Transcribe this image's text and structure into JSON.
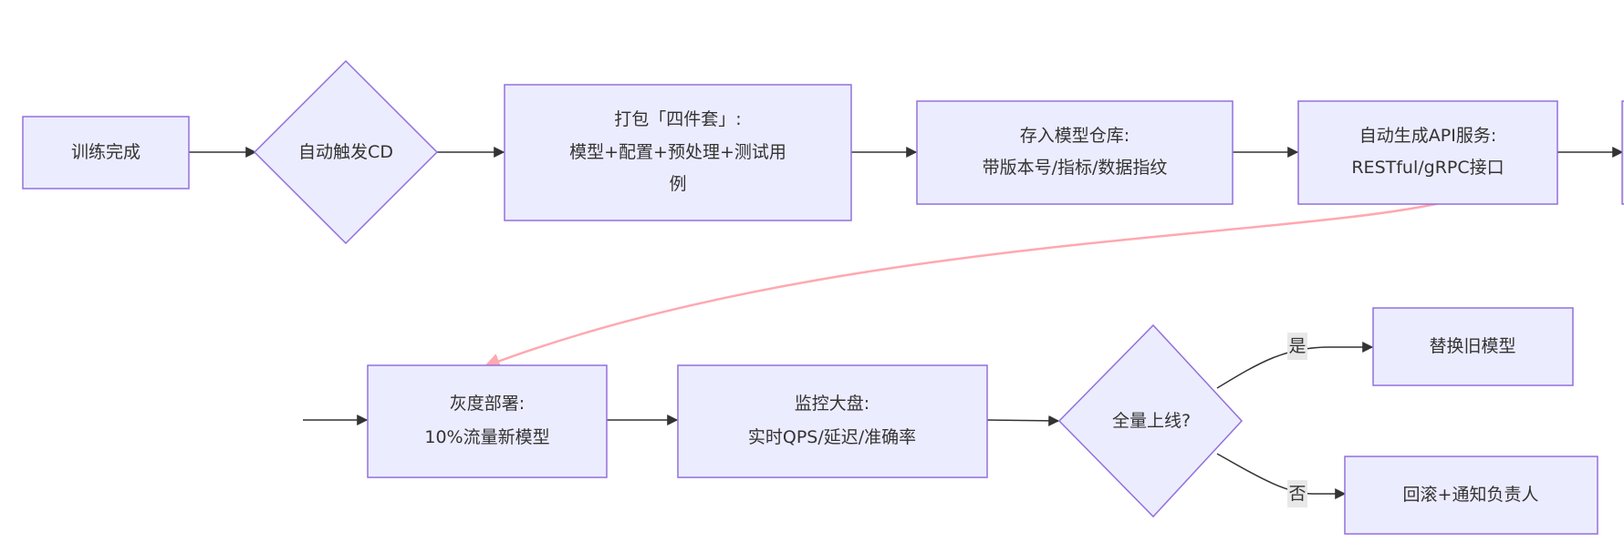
{
  "diagram": {
    "type": "flowchart",
    "nodes": [
      {
        "id": "train-done",
        "shape": "rect",
        "lines": [
          "训练完成"
        ]
      },
      {
        "id": "trigger-cd",
        "shape": "diamond",
        "lines": [
          "自动触发CD"
        ]
      },
      {
        "id": "package",
        "shape": "rect",
        "lines": [
          "打包「四件套」:",
          "模型+配置+预处理+测试用",
          "例"
        ]
      },
      {
        "id": "store-repo",
        "shape": "rect",
        "lines": [
          "存入模型仓库:",
          "带版本号/指标/数据指纹"
        ]
      },
      {
        "id": "gen-api",
        "shape": "rect",
        "lines": [
          "自动生成API服务:",
          "RESTful/gRPC接口"
        ]
      },
      {
        "id": "gray-deploy",
        "shape": "rect",
        "lines": [
          "灰度部署:",
          "10%流量新模型"
        ]
      },
      {
        "id": "monitor",
        "shape": "rect",
        "lines": [
          "监控大盘:",
          "实时QPS/延迟/准确率"
        ]
      },
      {
        "id": "full-release",
        "shape": "diamond",
        "lines": [
          "全量上线?"
        ]
      },
      {
        "id": "replace-old",
        "shape": "rect",
        "lines": [
          "替换旧模型"
        ]
      },
      {
        "id": "rollback",
        "shape": "rect",
        "lines": [
          "回滚+通知负责人"
        ]
      }
    ],
    "edges": [
      {
        "from": "train-done",
        "to": "trigger-cd",
        "label": ""
      },
      {
        "from": "trigger-cd",
        "to": "package",
        "label": ""
      },
      {
        "from": "package",
        "to": "store-repo",
        "label": ""
      },
      {
        "from": "store-repo",
        "to": "gen-api",
        "label": ""
      },
      {
        "from": "gen-api",
        "to": "offscreen-next",
        "label": ""
      },
      {
        "from": "gen-api",
        "to": "gray-deploy",
        "label": "",
        "style": "highlight"
      },
      {
        "from": "offscreen-prev",
        "to": "gray-deploy",
        "label": ""
      },
      {
        "from": "gray-deploy",
        "to": "monitor",
        "label": ""
      },
      {
        "from": "monitor",
        "to": "full-release",
        "label": ""
      },
      {
        "from": "full-release",
        "to": "replace-old",
        "label": "是"
      },
      {
        "from": "full-release",
        "to": "rollback",
        "label": "否"
      }
    ],
    "colors": {
      "node_fill": "#ECECFF",
      "node_stroke": "#9370DB",
      "edge": "#333333",
      "highlight_edge": "#FFA8B0",
      "label_bg": "#E8E8E8",
      "text": "#333333"
    }
  }
}
